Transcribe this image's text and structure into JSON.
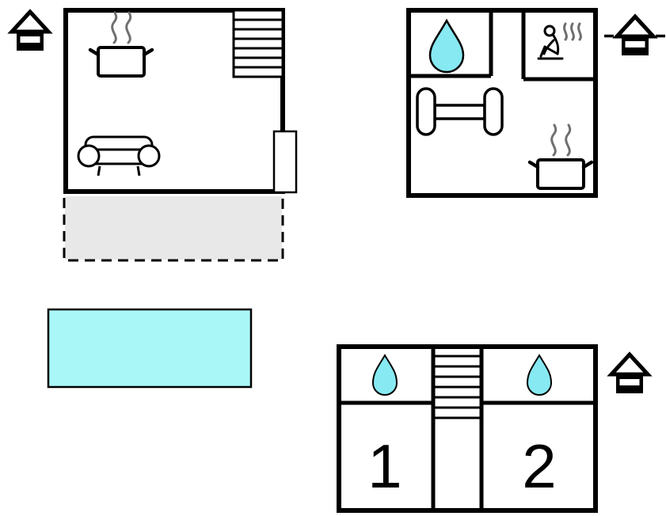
{
  "colors": {
    "water": "#87E9F2",
    "pool": "#A9F7F7",
    "terrace": "#E8E8E8"
  },
  "plans": {
    "ground_floor": {
      "features": [
        "entrance-house",
        "stairs",
        "stove-pot",
        "sofa",
        "door",
        "terrace"
      ]
    },
    "top_floor": {
      "features": [
        "shower-drop",
        "sauna",
        "fitness-dumbbell",
        "stove-pot",
        "entrance-house"
      ]
    },
    "bedroom_floor": {
      "features": [
        "shower-drop",
        "stairs",
        "shower-drop",
        "entrance-house"
      ],
      "rooms": [
        {
          "label": "1"
        },
        {
          "label": "2"
        }
      ]
    },
    "outdoor": {
      "features": [
        "swimming-pool"
      ]
    }
  }
}
